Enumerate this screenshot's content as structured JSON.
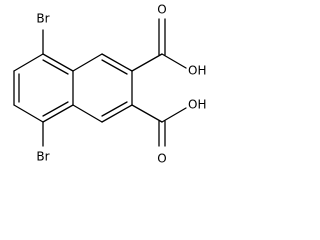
{
  "molecule": {
    "labels": {
      "br_top": "Br",
      "br_bottom": "Br",
      "o_upper": "O",
      "oh_upper": "OH",
      "o_lower": "O",
      "oh_lower": "OH"
    },
    "colors": {
      "bond": "#000000",
      "text": "#000000",
      "background": "#ffffff"
    }
  }
}
